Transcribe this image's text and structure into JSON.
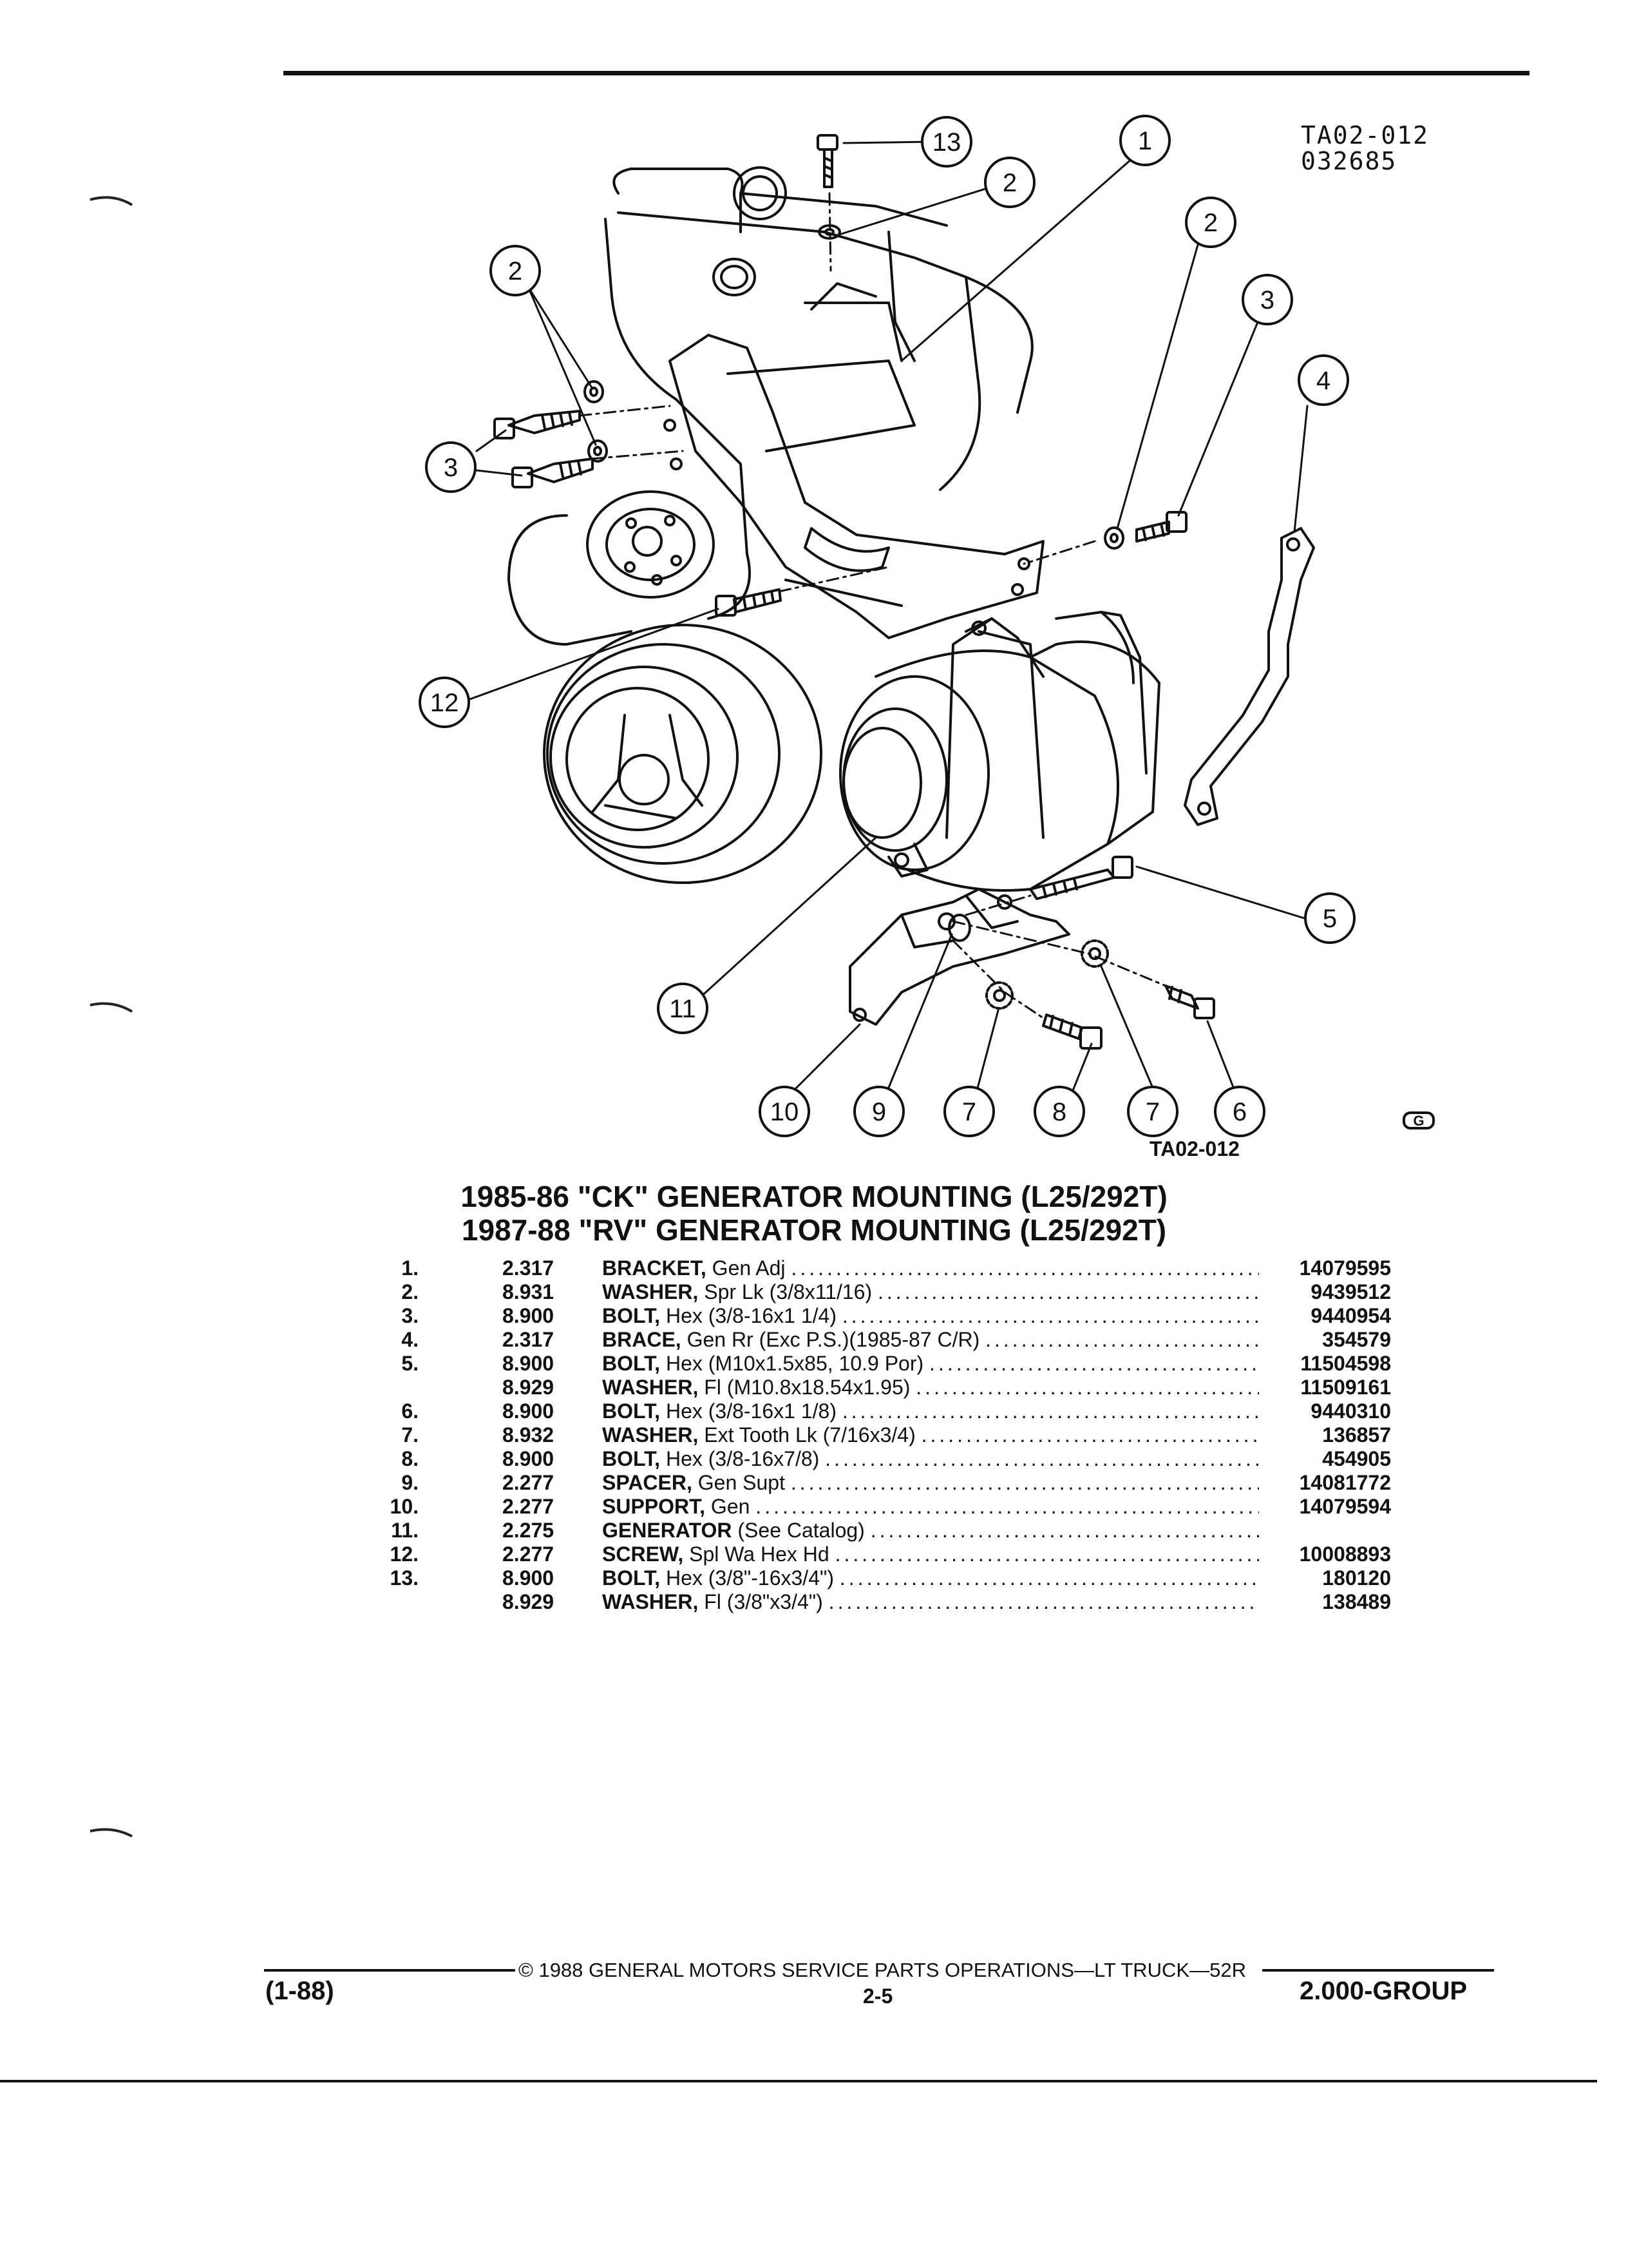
{
  "figure": {
    "code_top": [
      "TA02-012",
      "032685"
    ],
    "code_bottom": "TA02-012",
    "brand_mark": "G",
    "callouts": [
      "1",
      "2",
      "2",
      "2",
      "3",
      "3",
      "4",
      "5",
      "6",
      "7",
      "7",
      "8",
      "9",
      "10",
      "11",
      "12",
      "13"
    ]
  },
  "titles": {
    "line1": "1985-86 \"CK\" GENERATOR MOUNTING (L25/292T)",
    "line2": "1987-88 \"RV\" GENERATOR MOUNTING (L25/292T)"
  },
  "parts": [
    {
      "num": "1.",
      "group": "2.317",
      "name": "BRACKET,",
      "desc": "Gen Adj",
      "pn": "14079595"
    },
    {
      "num": "2.",
      "group": "8.931",
      "name": "WASHER,",
      "desc": "Spr Lk (3/8x11/16)",
      "pn": "9439512"
    },
    {
      "num": "3.",
      "group": "8.900",
      "name": "BOLT,",
      "desc": "Hex (3/8-16x1 1/4)",
      "pn": "9440954"
    },
    {
      "num": "4.",
      "group": "2.317",
      "name": "BRACE,",
      "desc": "Gen Rr (Exc P.S.)(1985-87 C/R)",
      "pn": "354579"
    },
    {
      "num": "5.",
      "group": "8.900",
      "name": "BOLT,",
      "desc": "Hex (M10x1.5x85, 10.9 Por)",
      "pn": "11504598"
    },
    {
      "num": "",
      "group": "8.929",
      "name": "WASHER,",
      "desc": "Fl (M10.8x18.54x1.95)",
      "pn": "11509161"
    },
    {
      "num": "6.",
      "group": "8.900",
      "name": "BOLT,",
      "desc": "Hex (3/8-16x1 1/8)",
      "pn": "9440310"
    },
    {
      "num": "7.",
      "group": "8.932",
      "name": "WASHER,",
      "desc": "Ext Tooth Lk (7/16x3/4)",
      "pn": "136857"
    },
    {
      "num": "8.",
      "group": "8.900",
      "name": "BOLT,",
      "desc": "Hex (3/8-16x7/8)",
      "pn": "454905"
    },
    {
      "num": "9.",
      "group": "2.277",
      "name": "SPACER,",
      "desc": "Gen Supt",
      "pn": "14081772"
    },
    {
      "num": "10.",
      "group": "2.277",
      "name": "SUPPORT,",
      "desc": "Gen",
      "pn": "14079594"
    },
    {
      "num": "11.",
      "group": "2.275",
      "name": "GENERATOR",
      "desc": "(See Catalog)",
      "pn": ""
    },
    {
      "num": "12.",
      "group": "2.277",
      "name": "SCREW,",
      "desc": "Spl Wa Hex Hd",
      "pn": "10008893"
    },
    {
      "num": "13.",
      "group": "8.900",
      "name": "BOLT,",
      "desc": "Hex (3/8\"-16x3/4\")",
      "pn": "180120"
    },
    {
      "num": "",
      "group": "8.929",
      "name": "WASHER,",
      "desc": "Fl (3/8\"x3/4\")",
      "pn": "138489"
    }
  ],
  "footer": {
    "copyright": "© 1988 GENERAL MOTORS SERVICE PARTS OPERATIONS—LT TRUCK—52R",
    "revision": "(1-88)",
    "page": "2-5",
    "group": "2.000-GROUP"
  }
}
